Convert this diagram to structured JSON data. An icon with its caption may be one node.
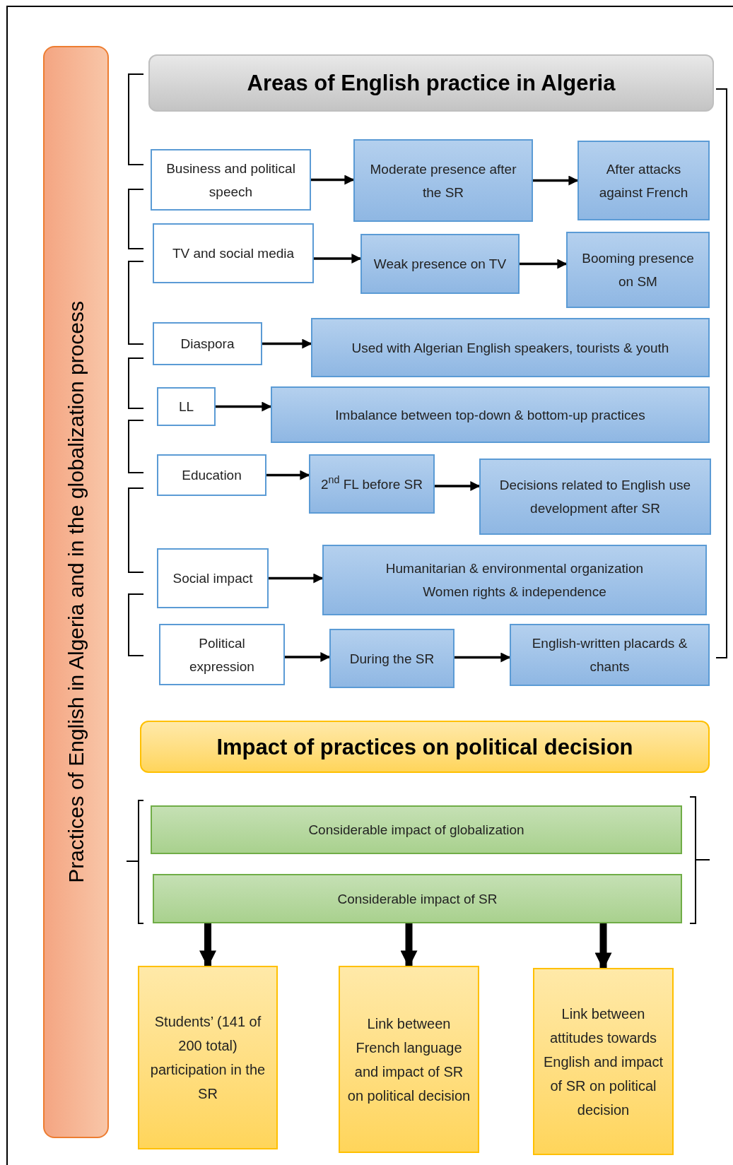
{
  "diagram": {
    "nodes": [
      {
        "text": [
          "Practices of English in Algeria and in the globalization process"
        ]
      },
      {
        "text": [
          "Areas of English practice in Algeria"
        ]
      },
      {
        "text": [
          "Business and political speech"
        ]
      },
      {
        "text": [
          "Moderate presence after the SR"
        ]
      },
      {
        "text": [
          "After attacks against French"
        ]
      },
      {
        "text": [
          "TV and social media"
        ]
      },
      {
        "text": [
          "Weak presence on TV"
        ]
      },
      {
        "text": [
          "Booming presence on SM"
        ]
      },
      {
        "text": [
          "Diaspora"
        ]
      },
      {
        "text": [
          "Used with Algerian English speakers, tourists & youth"
        ]
      },
      {
        "text": [
          "LL"
        ]
      },
      {
        "text": [
          "Imbalance between top-down & bottom-up practices"
        ]
      },
      {
        "text": [
          "Education"
        ]
      },
      {
        "text": [
          "2$^{nd}$ FL before SR"
        ]
      },
      {
        "text": [
          "Decisions related to English use development after SR"
        ]
      },
      {
        "text": [
          "Social impact"
        ]
      },
      {
        "text": [
          "Humanitarian & environmental organization",
          "Women rights & independence"
        ]
      },
      {
        "text": [
          "Political expression"
        ]
      },
      {
        "text": [
          "During the SR"
        ]
      },
      {
        "text": [
          "English-written placards & chants"
        ]
      },
      {
        "text": [
          "Impact of practices on political decision"
        ]
      },
      {
        "text": [
          "Considerable impact of globalization"
        ]
      },
      {
        "text": [
          "Considerable impact of SR"
        ]
      },
      {
        "text": [
          "Students’ (141 of 200 total) participation in the SR"
        ]
      },
      {
        "text": [
          "Link between French language and impact of SR on political decision"
        ]
      },
      {
        "text": [
          "Link between attitudes towards English and impact of SR on political decision"
        ]
      }
    ],
    "edges": [
      {
        "from": 2,
        "to": 3,
        "arrow": "to"
      },
      {
        "from": 3,
        "to": 4,
        "arrow": "to"
      },
      {
        "from": 5,
        "to": 6,
        "arrow": "to"
      },
      {
        "from": 6,
        "to": 7,
        "arrow": "to"
      },
      {
        "from": 8,
        "to": 9,
        "arrow": "to"
      },
      {
        "from": 10,
        "to": 11,
        "arrow": "to"
      },
      {
        "from": 12,
        "to": 13,
        "arrow": "to"
      },
      {
        "from": 13,
        "to": 14,
        "arrow": "to"
      },
      {
        "from": 15,
        "to": 16,
        "arrow": "to"
      },
      {
        "from": 17,
        "to": 18,
        "arrow": "to"
      },
      {
        "from": 18,
        "to": 19,
        "arrow": "to"
      },
      {
        "from": 22,
        "to": 23,
        "arrow": "to",
        "style": "thick"
      },
      {
        "from": 22,
        "to": 24,
        "arrow": "to",
        "style": "thick"
      },
      {
        "from": 22,
        "to": 25,
        "arrow": "to",
        "style": "thick"
      }
    ]
  }
}
